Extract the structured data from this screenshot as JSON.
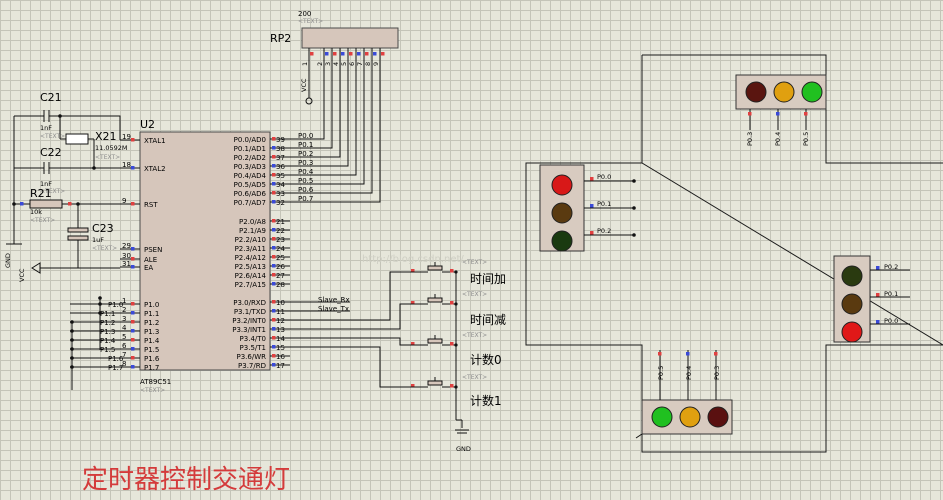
{
  "title": "定时器控制交通灯",
  "watermark": "http://blog.csdn.net/...",
  "rp2": {
    "name": "RP2",
    "value": "200",
    "text": "<TEXT>",
    "pins": [
      "1",
      "2",
      "3",
      "4",
      "5",
      "6",
      "7",
      "8",
      "9"
    ],
    "vcc": "VCC"
  },
  "mcu": {
    "name": "U2",
    "part": "AT89C51",
    "text": "<TEXT>",
    "left_pins": [
      {
        "num": "19",
        "name": "XTAL1"
      },
      {
        "num": "18",
        "name": "XTAL2"
      },
      {
        "num": "9",
        "name": "RST"
      },
      {
        "num": "29",
        "name": "PSEN"
      },
      {
        "num": "30",
        "name": "ALE"
      },
      {
        "num": "31",
        "name": "EA"
      },
      {
        "num": "1",
        "name": "P1.0"
      },
      {
        "num": "2",
        "name": "P1.1"
      },
      {
        "num": "3",
        "name": "P1.2"
      },
      {
        "num": "4",
        "name": "P1.3"
      },
      {
        "num": "5",
        "name": "P1.4"
      },
      {
        "num": "6",
        "name": "P1.5"
      },
      {
        "num": "7",
        "name": "P1.6"
      },
      {
        "num": "8",
        "name": "P1.7"
      }
    ],
    "right_pins": [
      {
        "num": "39",
        "name": "P0.0/AD0"
      },
      {
        "num": "38",
        "name": "P0.1/AD1"
      },
      {
        "num": "37",
        "name": "P0.2/AD2"
      },
      {
        "num": "36",
        "name": "P0.3/AD3"
      },
      {
        "num": "35",
        "name": "P0.4/AD4"
      },
      {
        "num": "34",
        "name": "P0.5/AD5"
      },
      {
        "num": "33",
        "name": "P0.6/AD6"
      },
      {
        "num": "32",
        "name": "P0.7/AD7"
      },
      {
        "num": "21",
        "name": "P2.0/A8"
      },
      {
        "num": "22",
        "name": "P2.1/A9"
      },
      {
        "num": "23",
        "name": "P2.2/A10"
      },
      {
        "num": "24",
        "name": "P2.3/A11"
      },
      {
        "num": "25",
        "name": "P2.4/A12"
      },
      {
        "num": "26",
        "name": "P2.5/A13"
      },
      {
        "num": "27",
        "name": "P2.6/A14"
      },
      {
        "num": "28",
        "name": "P2.7/A15"
      },
      {
        "num": "10",
        "name": "P3.0/RXD"
      },
      {
        "num": "11",
        "name": "P3.1/TXD"
      },
      {
        "num": "12",
        "name": "P3.2/INT0"
      },
      {
        "num": "13",
        "name": "P3.3/INT1"
      },
      {
        "num": "14",
        "name": "P3.4/T0"
      },
      {
        "num": "15",
        "name": "P3.5/T1"
      },
      {
        "num": "16",
        "name": "P3.6/WR"
      },
      {
        "num": "17",
        "name": "P3.7/RD"
      }
    ],
    "p0_nets": [
      "P0.0",
      "P0.1",
      "P0.2",
      "P0.3",
      "P0.4",
      "P0.5",
      "P0.6",
      "P0.7"
    ],
    "p1_nets": [
      "P1.0",
      "P1.1",
      "P1.2",
      "P1.3",
      "P1.4",
      "P1.5",
      "P1.6",
      "P1.7"
    ],
    "slaves": [
      "Slave_Rx",
      "Slave_Tx"
    ]
  },
  "osc": {
    "c21": {
      "name": "C21",
      "value": "1nF",
      "text": "<TEXT>"
    },
    "c22": {
      "name": "C22",
      "value": "1nF",
      "text": "<TEXT>"
    },
    "x21": {
      "name": "X21",
      "value": "11.0592M",
      "text": "<TEXT>"
    },
    "r21": {
      "name": "R21",
      "value": "10k",
      "text": "<TEXT>"
    },
    "c23": {
      "name": "C23",
      "value": "1uF",
      "text": "<TEXT>"
    },
    "gnd": "GND",
    "vcc": "VCC"
  },
  "buttons": [
    {
      "label": "时间加",
      "text": "<TEXT>"
    },
    {
      "label": "时间减",
      "text": "<TEXT>"
    },
    {
      "label": "计数0",
      "text": "<TEXT>"
    },
    {
      "label": "计数1",
      "text": "<TEXT>"
    }
  ],
  "btn_gnd": "GND",
  "lights": {
    "top": {
      "colors": [
        "#5a1510",
        "#e0a010",
        "#20c020"
      ],
      "nets": [
        "P0.3",
        "P0.4",
        "P0.5"
      ]
    },
    "left": {
      "colors": [
        "#d81818",
        "#5a3a10",
        "#1a3a10"
      ],
      "nets": [
        "P0.0",
        "P0.1",
        "P0.2"
      ]
    },
    "right": {
      "colors": [
        "#2a3a10",
        "#5a3a10",
        "#e01818"
      ],
      "nets": [
        "P0.2",
        "P0.1",
        "P0.0"
      ]
    },
    "bottom": {
      "colors": [
        "#20c020",
        "#e0a010",
        "#5a1010"
      ],
      "nets": [
        "P0.5",
        "P0.4",
        "P0.3"
      ]
    }
  }
}
